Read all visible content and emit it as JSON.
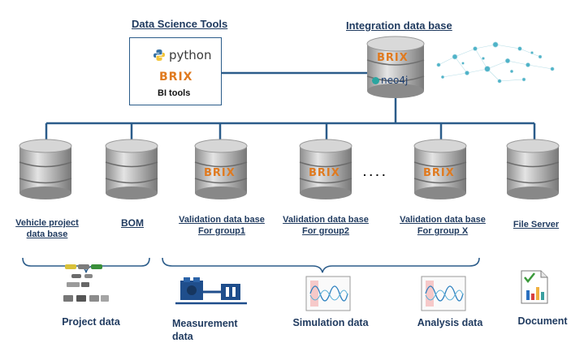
{
  "header": {
    "tools_title": "Data Science Tools",
    "integration_title": "Integration data base"
  },
  "toolbox": {
    "python_label": "python",
    "brix_label": "BRIX",
    "bi_label": "BI tools"
  },
  "integration_db": {
    "brix_label": "BRIX",
    "neo4j_label": "neo4j"
  },
  "databases": [
    {
      "label_line1": "Vehicle project",
      "label_line2": "data base",
      "brix": ""
    },
    {
      "label_line1": "BOM",
      "label_line2": "",
      "brix": ""
    },
    {
      "label_line1": "Validation data base",
      "label_line2": "For group1",
      "brix": "BRIX"
    },
    {
      "label_line1": "Validation data base",
      "label_line2": "For group2",
      "brix": "BRIX"
    },
    {
      "label_line1": "Validation data base",
      "label_line2": "For group X",
      "brix": "BRIX"
    },
    {
      "label_line1": "File Server",
      "label_line2": "",
      "brix": ""
    }
  ],
  "ellipsis": ". . . .",
  "categories": {
    "project": "Project data",
    "measurement_line1": "Measurement",
    "measurement_line2": "data",
    "simulation": "Simulation data",
    "analysis": "Analysis data",
    "document": "Document"
  }
}
